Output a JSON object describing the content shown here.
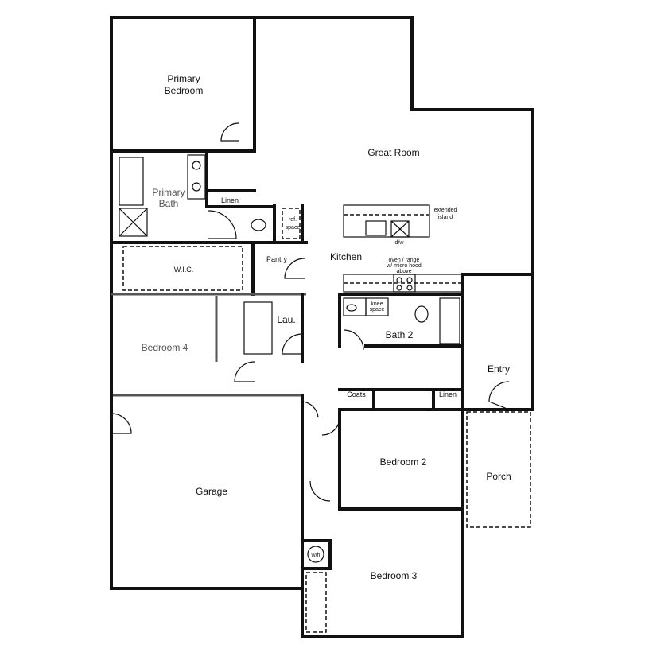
{
  "rooms": {
    "primary_bedroom": [
      "Primary",
      "Bedroom"
    ],
    "primary_bath": [
      "Primary",
      "Bath"
    ],
    "linen_1": "Linen",
    "ref_space": [
      "ref.",
      "space"
    ],
    "wic": "W.I.C.",
    "pantry": "Pantry",
    "great_room": "Great Room",
    "kitchen": "Kitchen",
    "extended_island": [
      "extended",
      "island"
    ],
    "dw": "d/w",
    "oven": [
      "oven / range",
      "w/ micro hood",
      "above"
    ],
    "laundry": "Lau.",
    "bedroom_4": "Bedroom 4",
    "knee_space": [
      "knee",
      "space"
    ],
    "bath_2": "Bath 2",
    "entry": "Entry",
    "coats": "Coats",
    "linen_2": "Linen",
    "garage": "Garage",
    "bedroom_2": "Bedroom 2",
    "porch": "Porch",
    "wh": "w/h",
    "bedroom_3": "Bedroom 3"
  }
}
